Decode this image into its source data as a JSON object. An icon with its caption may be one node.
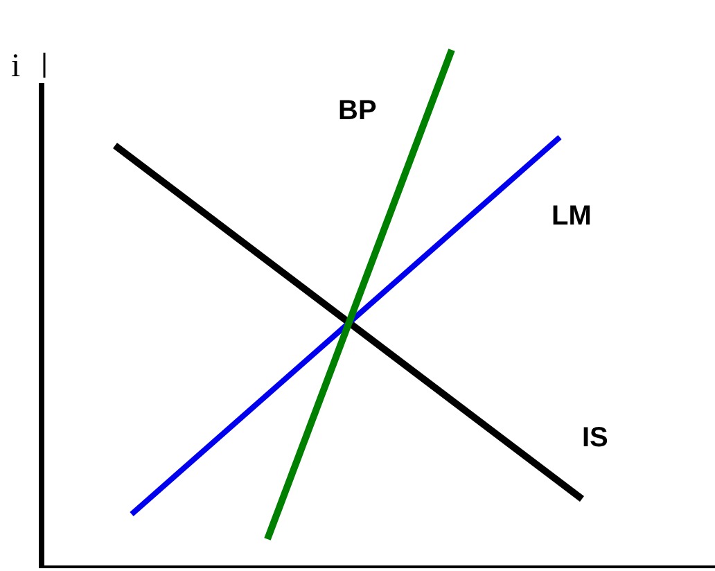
{
  "diagram": {
    "labels": [
      "i",
      "BP",
      "LM",
      "IS"
    ]
  }
}
